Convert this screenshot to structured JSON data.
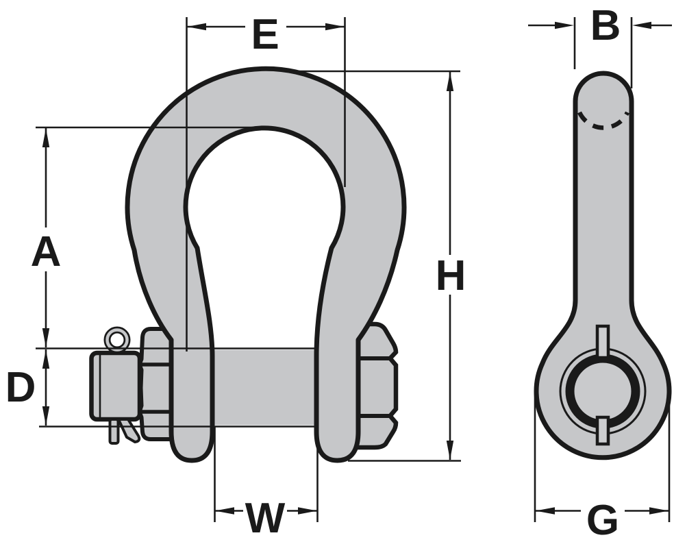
{
  "dims": {
    "A": "A",
    "B": "B",
    "D": "D",
    "E": "E",
    "G": "G",
    "H": "H",
    "W": "W"
  },
  "colors": {
    "body_fill": "#c6c7c9",
    "outline": "#1a1a1a",
    "background": "#ffffff",
    "slot_fill": "#cdced0",
    "disc_fill": "#c9cacc"
  }
}
